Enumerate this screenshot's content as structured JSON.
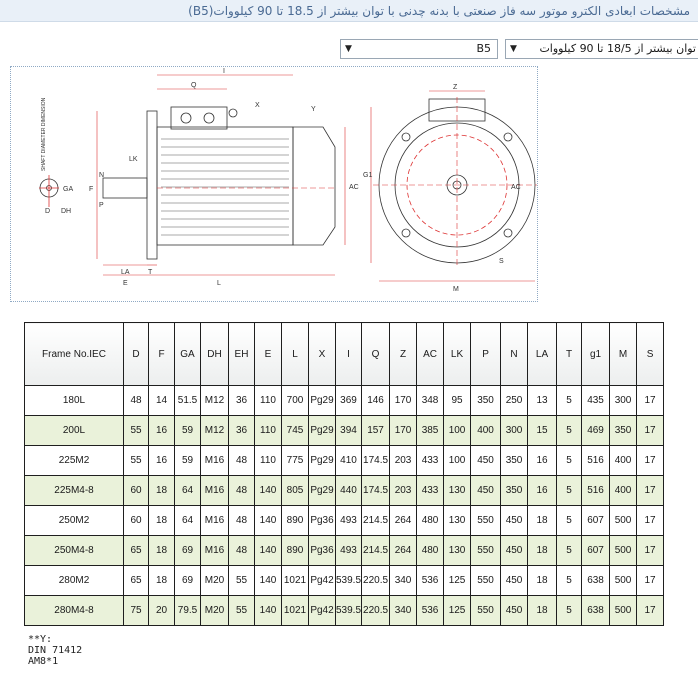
{
  "page": {
    "title": "مشخصات ابعادی الکترو موتور سه فاز صنعتی با بدنه چدنی با توان بیشتر از 18.5 تا 90 کیلووات(B5)"
  },
  "filters": {
    "mounting": {
      "selected": "B5"
    },
    "power_range": {
      "selected": "توان بیشتر از 18/5 تا 90 کیلووات"
    }
  },
  "drawing": {
    "side_labels": [
      "I",
      "Q",
      "LK",
      "T",
      "LA",
      "F",
      "GA",
      "X",
      "Y",
      "AC",
      "N",
      "P",
      "E",
      "L",
      "G1"
    ],
    "front_labels": [
      "Z",
      "AC",
      "M",
      "S"
    ],
    "shaft_note": "SHAFT DIAMETER DIMENSION",
    "shaft_labels": [
      "D",
      "DH"
    ]
  },
  "table": {
    "headers": [
      "Frame No.IEC",
      "D",
      "F",
      "GA",
      "DH",
      "EH",
      "E",
      "L",
      "X",
      "I",
      "Q",
      "Z",
      "AC",
      "LK",
      "P",
      "N",
      "LA",
      "T",
      "g1",
      "M",
      "S"
    ],
    "rows": [
      [
        "180L",
        "48",
        "14",
        "51.5",
        "M12",
        "36",
        "110",
        "700",
        "Pg29",
        "369",
        "146",
        "170",
        "348",
        "95",
        "350",
        "250",
        "13",
        "5",
        "435",
        "300",
        "17"
      ],
      [
        "200L",
        "55",
        "16",
        "59",
        "M12",
        "36",
        "110",
        "745",
        "Pg29",
        "394",
        "157",
        "170",
        "385",
        "100",
        "400",
        "300",
        "15",
        "5",
        "469",
        "350",
        "17"
      ],
      [
        "225M2",
        "55",
        "16",
        "59",
        "M16",
        "48",
        "110",
        "775",
        "Pg29",
        "410",
        "174.5",
        "203",
        "433",
        "100",
        "450",
        "350",
        "16",
        "5",
        "516",
        "400",
        "17"
      ],
      [
        "225M4-8",
        "60",
        "18",
        "64",
        "M16",
        "48",
        "140",
        "805",
        "Pg29",
        "440",
        "174.5",
        "203",
        "433",
        "130",
        "450",
        "350",
        "16",
        "5",
        "516",
        "400",
        "17"
      ],
      [
        "250M2",
        "60",
        "18",
        "64",
        "M16",
        "48",
        "140",
        "890",
        "Pg36",
        "493",
        "214.5",
        "264",
        "480",
        "130",
        "550",
        "450",
        "18",
        "5",
        "607",
        "500",
        "17"
      ],
      [
        "250M4-8",
        "65",
        "18",
        "69",
        "M16",
        "48",
        "140",
        "890",
        "Pg36",
        "493",
        "214.5",
        "264",
        "480",
        "130",
        "550",
        "450",
        "18",
        "5",
        "607",
        "500",
        "17"
      ],
      [
        "280M2",
        "65",
        "18",
        "69",
        "M20",
        "55",
        "140",
        "1021",
        "Pg42",
        "539.5",
        "220.5",
        "340",
        "536",
        "125",
        "550",
        "450",
        "18",
        "5",
        "638",
        "500",
        "17"
      ],
      [
        "280M4-8",
        "75",
        "20",
        "79.5",
        "M20",
        "55",
        "140",
        "1021",
        "Pg42",
        "539.5",
        "220.5",
        "340",
        "536",
        "125",
        "550",
        "450",
        "18",
        "5",
        "638",
        "500",
        "17"
      ]
    ]
  },
  "notes": [
    "**Y:",
    "DIN 71412",
    "AM8*1"
  ]
}
